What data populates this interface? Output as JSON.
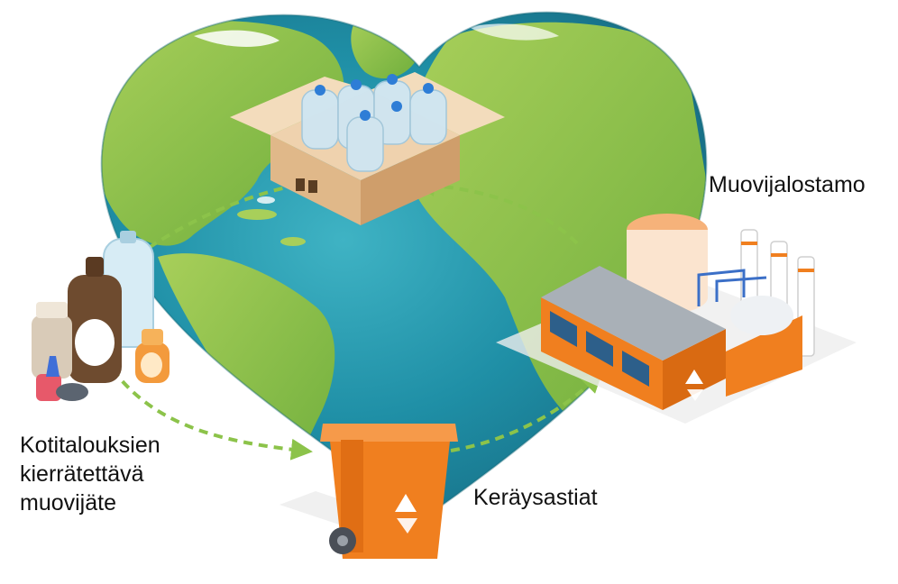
{
  "labels": {
    "factory": "Muovijalostamo",
    "collection_bins": "Keräysastiat",
    "household_waste": [
      "Kotitalouksien",
      "kierrätettävä",
      "muovijäte"
    ]
  },
  "icons": [
    "recycle-icon",
    "fragile-glass-icon",
    "this-side-up-icon"
  ],
  "colors": {
    "ocean": "#1f8fa6",
    "land": "#8cc34a",
    "arrow": "#8cc34a",
    "bin": "#f07f1f",
    "factory": "#f07f1f",
    "box": "#e8c49a"
  }
}
